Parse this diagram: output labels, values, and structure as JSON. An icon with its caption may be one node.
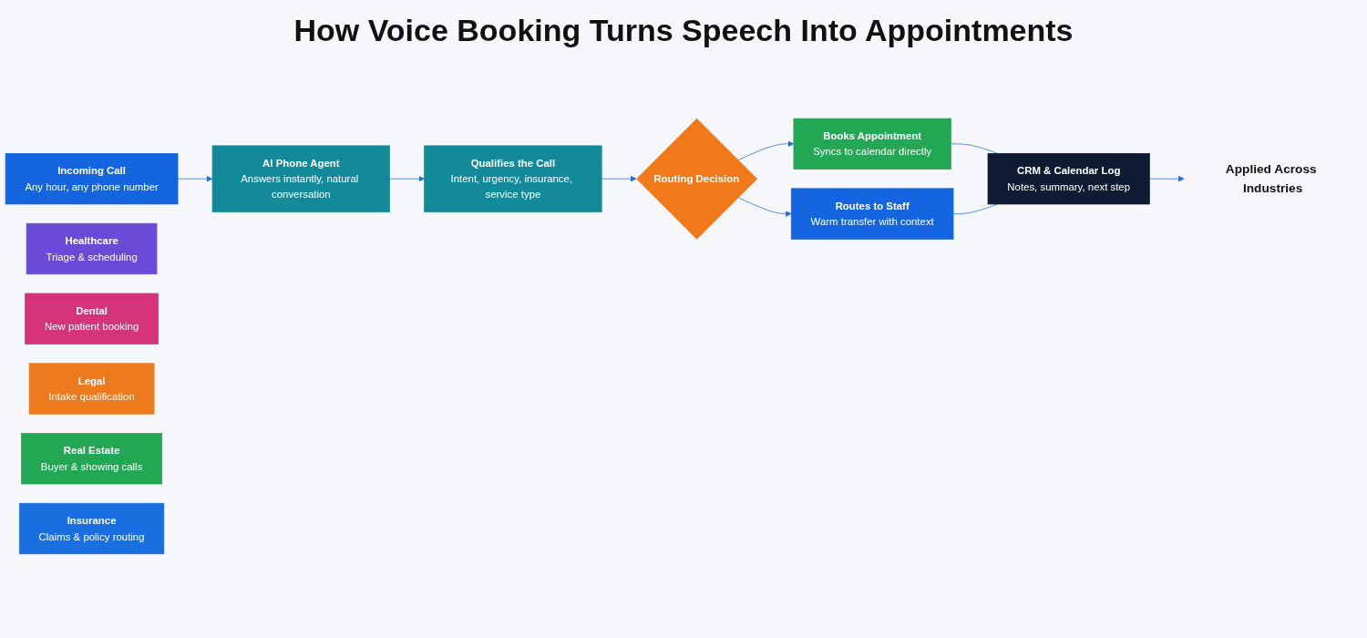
{
  "diagram": {
    "title": "How Voice Booking Turns Speech Into Appointments",
    "nodes": [
      {
        "text": [
          "Incoming Call",
          "Any hour, any phone number"
        ]
      },
      {
        "text": [
          "AI Phone Agent",
          "Answers instantly, natural conversation"
        ]
      },
      {
        "text": [
          "Qualifies the Call",
          "Intent, urgency, insurance, service type"
        ]
      },
      {
        "text": [
          "Routing Decision"
        ]
      },
      {
        "text": [
          "Books Appointment",
          "Syncs to calendar directly"
        ]
      },
      {
        "text": [
          "Routes to Staff",
          "Warm transfer with context"
        ]
      },
      {
        "text": [
          "CRM & Calendar Log",
          "Notes, summary, next step"
        ]
      },
      {
        "text": [
          "Applied Across Industries"
        ]
      },
      {
        "text": [
          "Healthcare",
          "Triage & scheduling"
        ]
      },
      {
        "text": [
          "Dental",
          "New patient booking"
        ]
      },
      {
        "text": [
          "Legal",
          "Intake qualification"
        ]
      },
      {
        "text": [
          "Real Estate",
          "Buyer & showing calls"
        ]
      },
      {
        "text": [
          "Insurance",
          "Claims & policy routing"
        ]
      }
    ],
    "edges": [
      {
        "from": 0,
        "to": 1,
        "arrow": "to"
      },
      {
        "from": 1,
        "to": 2,
        "arrow": "to"
      },
      {
        "from": 2,
        "to": 3,
        "arrow": "to"
      },
      {
        "from": 3,
        "to": 4,
        "arrow": "to"
      },
      {
        "from": 3,
        "to": 5,
        "arrow": "to"
      },
      {
        "from": 4,
        "to": 6,
        "arrow": "none"
      },
      {
        "from": 5,
        "to": 6,
        "arrow": "none"
      },
      {
        "from": 6,
        "to": 7,
        "arrow": "to"
      }
    ]
  }
}
